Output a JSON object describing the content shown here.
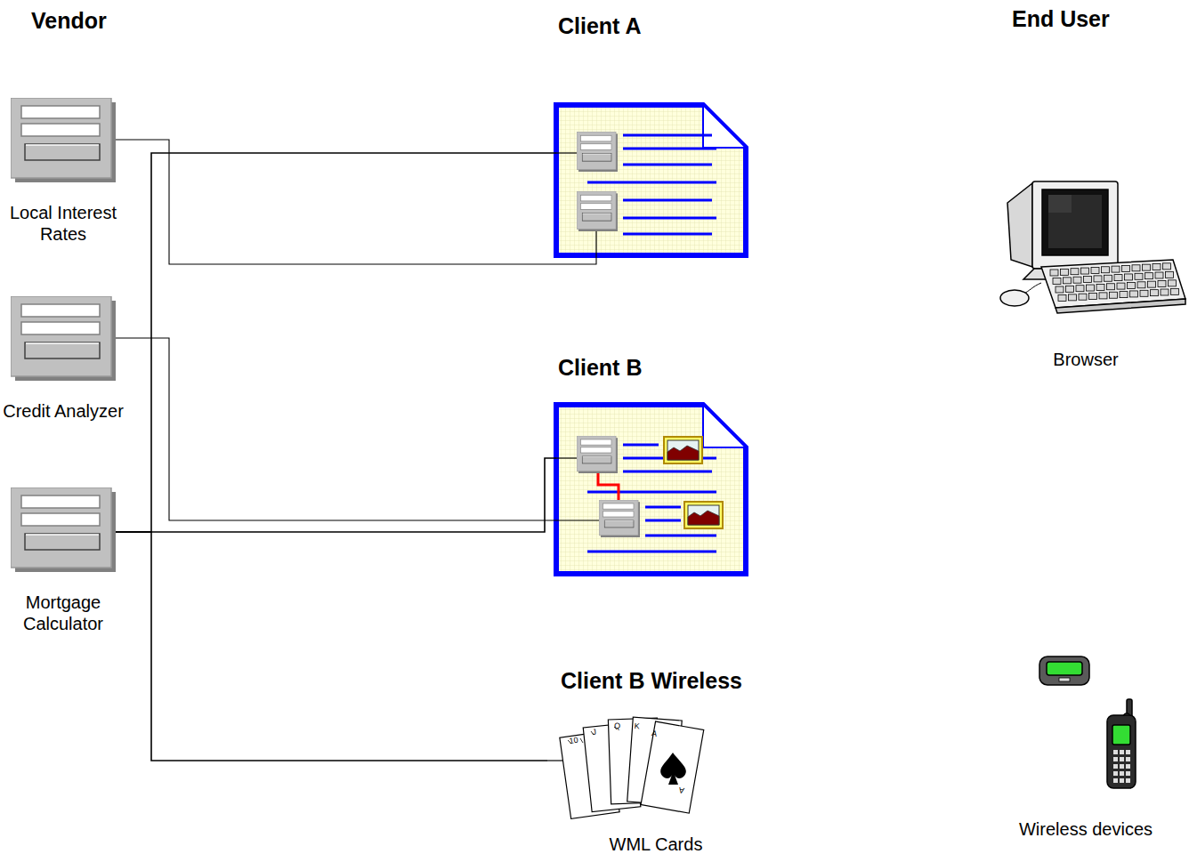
{
  "diagram": {
    "nodes": [
      {
        "text": [
          "Local Interest Rates"
        ]
      },
      {
        "text": [
          "Credit Analyzer"
        ]
      },
      {
        "text": [
          "Mortgage Calculator"
        ]
      },
      {
        "text": [
          "Client A"
        ]
      },
      {
        "text": [
          "Client B"
        ]
      },
      {
        "text": [
          "Client B Wireless",
          "WML Cards"
        ]
      },
      {
        "text": [
          "Browser"
        ]
      },
      {
        "text": [
          "Wireless devices"
        ]
      }
    ],
    "edges": [
      {
        "from": 0,
        "to": 3,
        "arrow": "none"
      },
      {
        "from": 2,
        "to": 3,
        "arrow": "none"
      },
      {
        "from": 1,
        "to": 4,
        "arrow": "none"
      },
      {
        "from": 2,
        "to": 4,
        "arrow": "none"
      },
      {
        "from": 2,
        "to": 5,
        "arrow": "none"
      }
    ],
    "labels": [
      "Vendor",
      "End User",
      "10",
      "J",
      "Q",
      "K",
      "A",
      "A"
    ]
  }
}
